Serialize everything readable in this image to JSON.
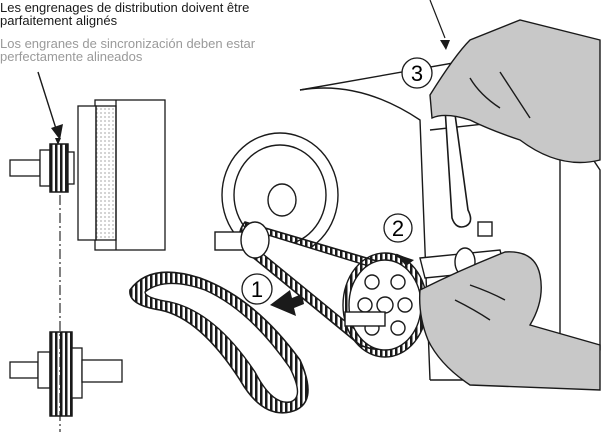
{
  "captions": {
    "fr_line1": "Les engrenages de distribution doivent être",
    "fr_line2": "parfaitement alignés",
    "es_line1": "Los engranes de sincronización deben estar",
    "es_line2": "perfectamente alineados"
  },
  "steps": [
    "1",
    "2",
    "3"
  ],
  "colors": {
    "ink": "#1a1a1a",
    "secondary_text": "#9a9a9a",
    "hand_fill": "#c8c8c8",
    "paper": "#ffffff"
  },
  "icons": [
    "alignment-arrow-icon",
    "push-arrow-icon",
    "wrench-icon"
  ]
}
